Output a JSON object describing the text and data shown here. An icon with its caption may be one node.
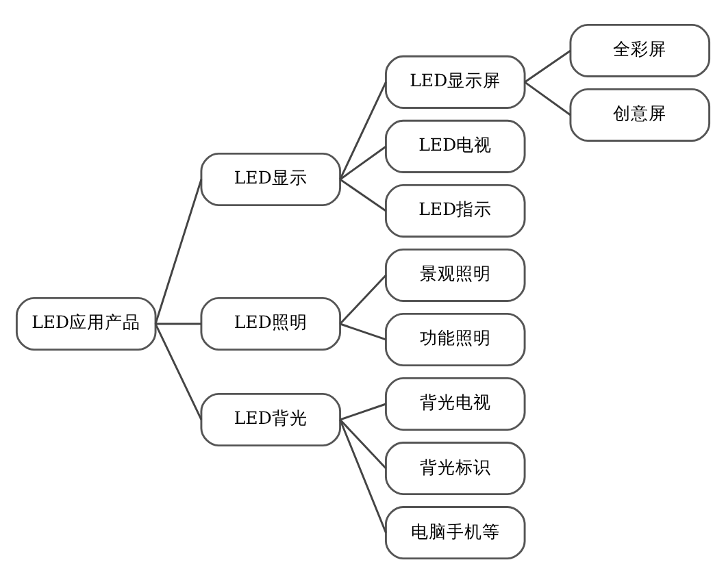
{
  "diagram": {
    "nodes": [
      {
        "text": [
          "LED应用产品"
        ]
      },
      {
        "text": [
          "LED显示"
        ]
      },
      {
        "text": [
          "LED显示屏"
        ]
      },
      {
        "text": [
          "全彩屏"
        ]
      },
      {
        "text": [
          "创意屏"
        ]
      },
      {
        "text": [
          "LED电视"
        ]
      },
      {
        "text": [
          "LED指示"
        ]
      },
      {
        "text": [
          "LED照明"
        ]
      },
      {
        "text": [
          "景观照明"
        ]
      },
      {
        "text": [
          "功能照明"
        ]
      },
      {
        "text": [
          "LED背光"
        ]
      },
      {
        "text": [
          "背光电视"
        ]
      },
      {
        "text": [
          "背光标识"
        ]
      },
      {
        "text": [
          "电脑手机等"
        ]
      }
    ],
    "edges": [
      {
        "from": 0,
        "to": 1,
        "arrow": "none"
      },
      {
        "from": 0,
        "to": 7,
        "arrow": "none"
      },
      {
        "from": 0,
        "to": 10,
        "arrow": "none"
      },
      {
        "from": 1,
        "to": 2,
        "arrow": "none"
      },
      {
        "from": 1,
        "to": 5,
        "arrow": "none"
      },
      {
        "from": 1,
        "to": 6,
        "arrow": "none"
      },
      {
        "from": 2,
        "to": 3,
        "arrow": "none"
      },
      {
        "from": 2,
        "to": 4,
        "arrow": "none"
      },
      {
        "from": 7,
        "to": 8,
        "arrow": "none"
      },
      {
        "from": 7,
        "to": 9,
        "arrow": "none"
      },
      {
        "from": 10,
        "to": 11,
        "arrow": "none"
      },
      {
        "from": 10,
        "to": 12,
        "arrow": "none"
      },
      {
        "from": 10,
        "to": 13,
        "arrow": "none"
      }
    ]
  }
}
